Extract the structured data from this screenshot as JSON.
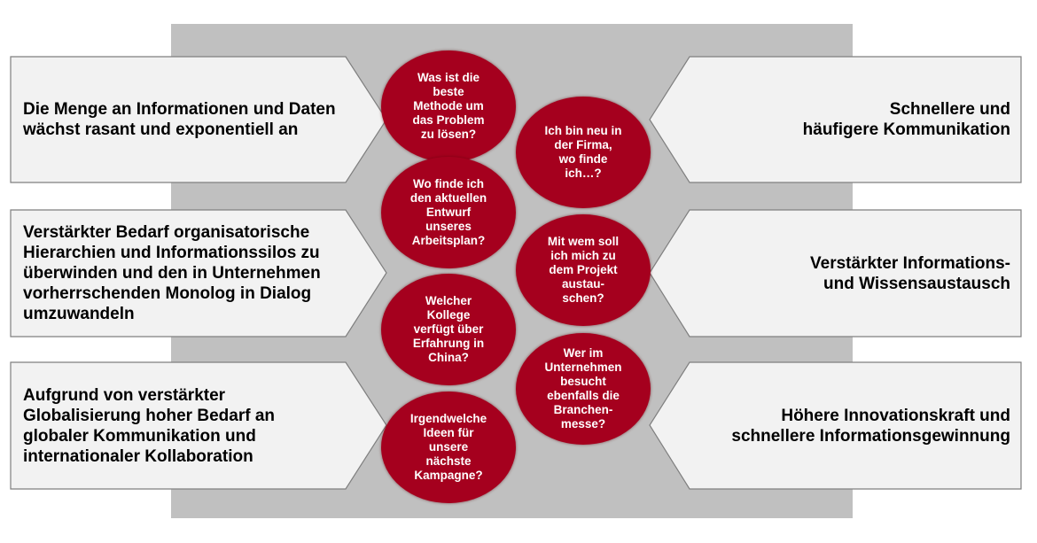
{
  "colors": {
    "background_panel": "#c0c0c0",
    "bubble": "#a5001e",
    "arrow_fill": "#f2f2f2",
    "arrow_stroke": "#7f7f7f"
  },
  "left_drivers": [
    {
      "text": "Die Menge an Informationen und Daten\nwächst rasant und exponentiell an"
    },
    {
      "text": "Verstärkter Bedarf organisatorische\nHierarchien und Informationssilos zu\nüberwinden und den in Unternehmen\nvorherrschenden Monolog in Dialog\numzuwandeln"
    },
    {
      "text": "Aufgrund von verstärkter\nGlobalisierung hoher Bedarf an\nglobaler Kommunikation und\ninternationaler Kollaboration"
    }
  ],
  "right_benefits": [
    {
      "text": "Schnellere und\nhäufigere Kommunikation"
    },
    {
      "text": "Verstärkter Informations-\nund Wissensaustausch"
    },
    {
      "text": "Höhere Innovationskraft und\nschnellere Informationsgewinnung"
    }
  ],
  "questions_left": [
    {
      "text": "Was ist die\nbeste\nMethode um\ndas Problem\nzu lösen?"
    },
    {
      "text": "Wo finde ich\nden aktuellen\nEntwurf\nunseres\nArbeitsplan?"
    },
    {
      "text": "Welcher\nKollege\nverfügt über\nErfahrung in\nChina?"
    },
    {
      "text": "Irgendwelche\nIdeen für\nunsere\nnächste\nKampagne?"
    }
  ],
  "questions_right": [
    {
      "text": "Ich bin neu in\nder Firma,\nwo finde\nich…?"
    },
    {
      "text": "Mit wem soll\nich mich zu\ndem Projekt\naustau-\nschen?"
    },
    {
      "text": "Wer im\nUnternehmen\nbesucht\nebenfalls die\nBranchen-\nmesse?"
    }
  ]
}
